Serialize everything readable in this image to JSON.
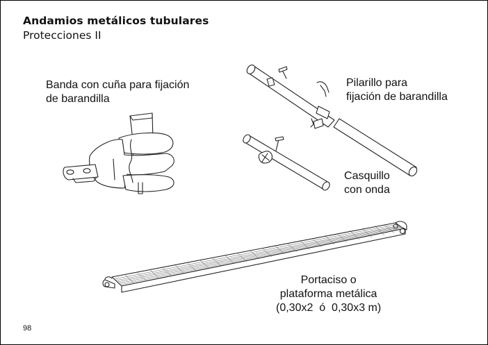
{
  "header": {
    "title": "Andamios metálicos tubulares",
    "subtitle": "Protecciones II"
  },
  "labels": {
    "banda": [
      "Banda con cuña para fijación",
      "de barandilla"
    ],
    "pilarillo": [
      "Pilarillo para",
      "fijación de barandilla"
    ],
    "casquillo": [
      "Casquillo",
      "con onda"
    ],
    "portaciso": [
      "Portaciso o",
      "plataforma metálica",
      "(0,30x2  ó  0,30x3 m)"
    ]
  },
  "footer": {
    "page_number": "98"
  }
}
